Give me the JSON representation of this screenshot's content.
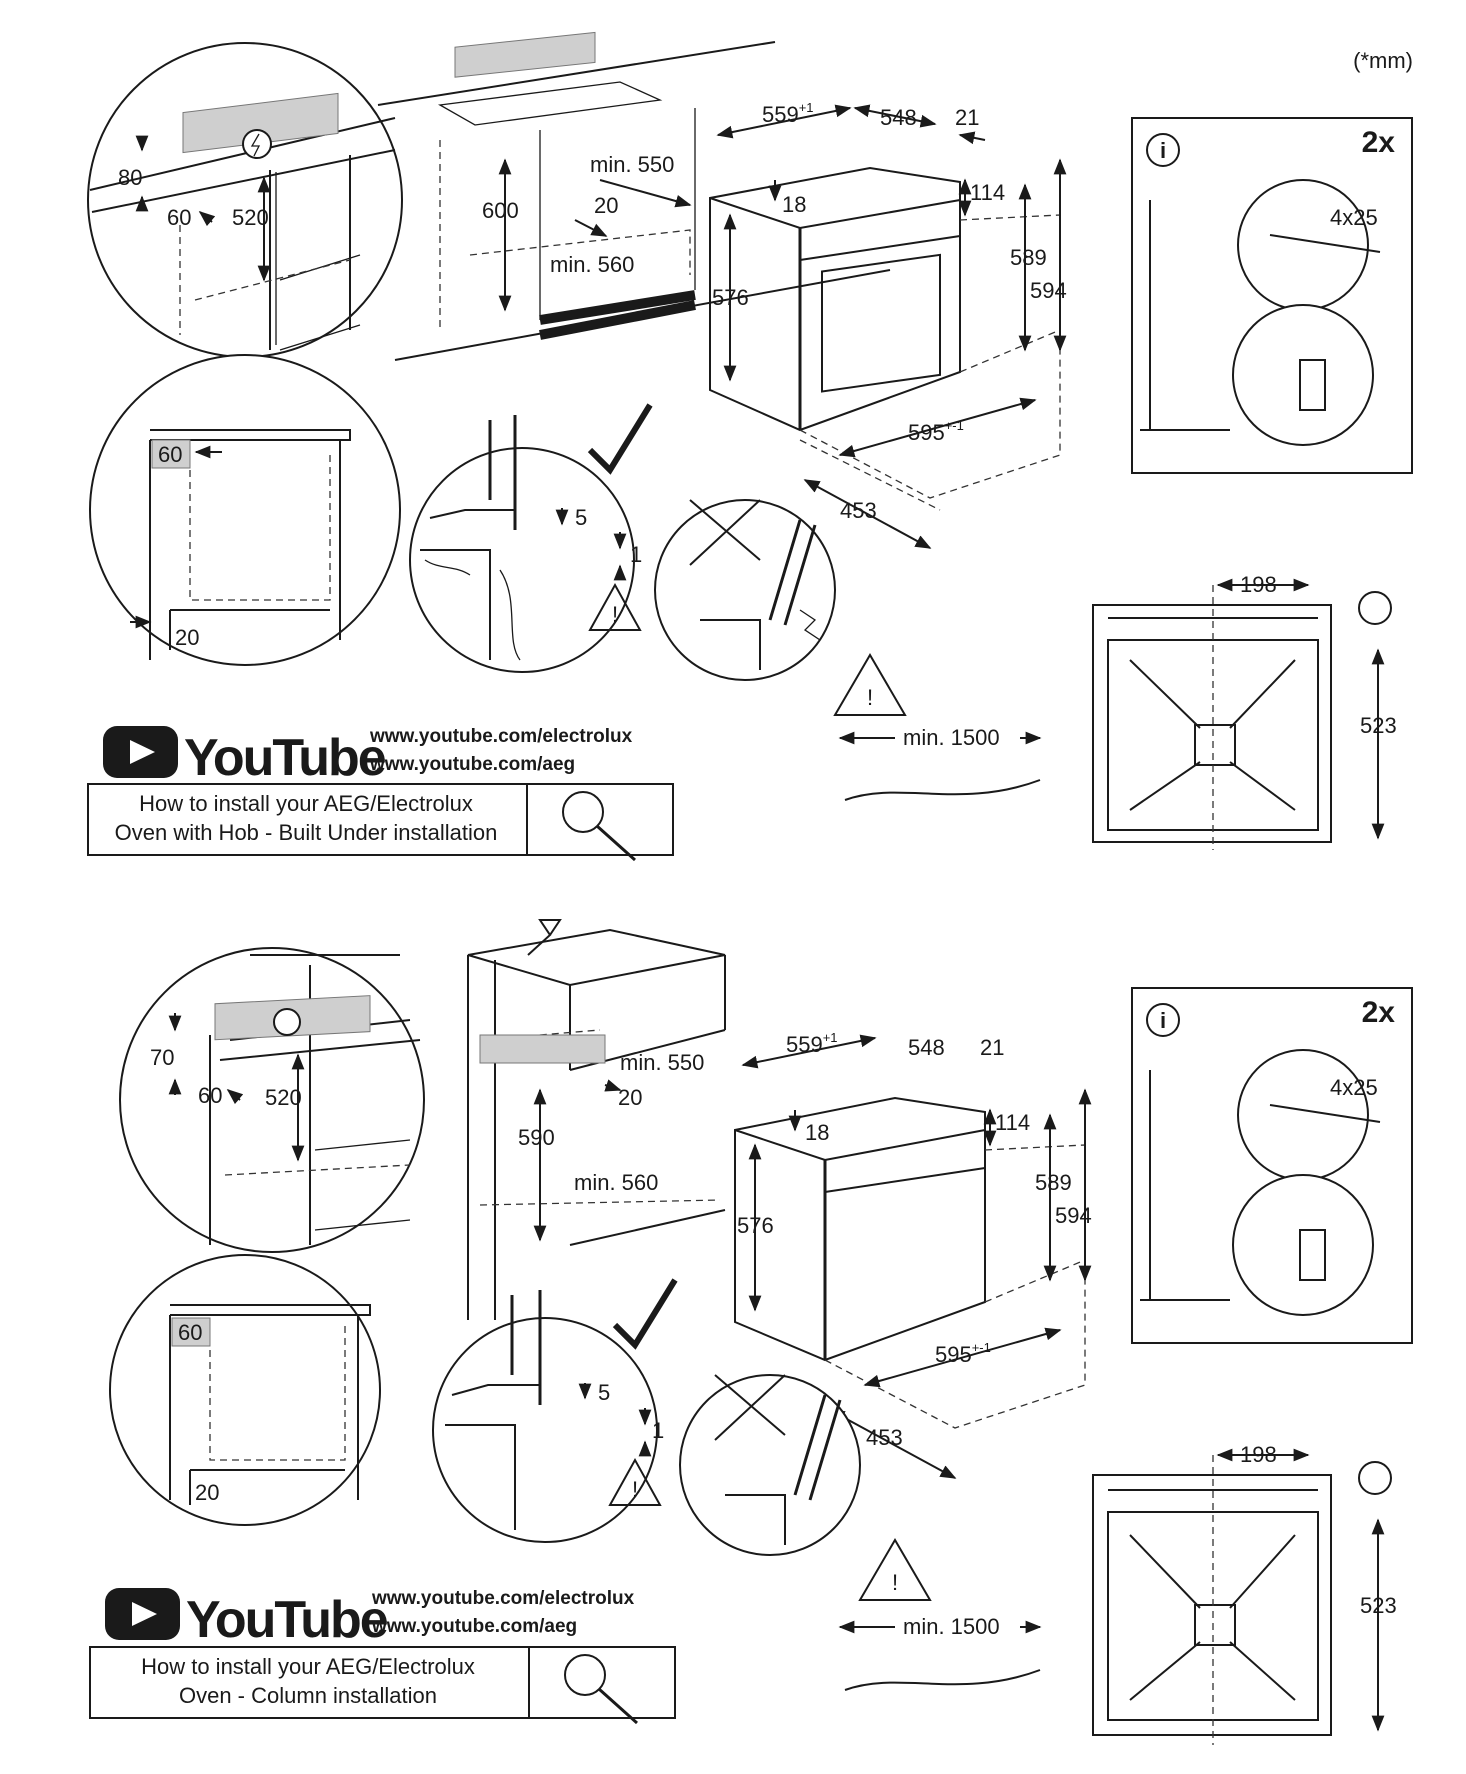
{
  "units": "(*mm)",
  "sections": [
    {
      "id": "built-under",
      "dims": {
        "cab_80": "80",
        "cab_60": "60",
        "cab_520": "520",
        "niche_600": "600",
        "niche_min550": "min. 550",
        "niche_20": "20",
        "niche_min560": "min. 560",
        "d559": "559",
        "d559_sup": "+1",
        "d548": "548",
        "d21": "21",
        "d18": "18",
        "d114": "114",
        "d576": "576",
        "d589": "589",
        "d594": "594",
        "d595": "595",
        "d595_sup": "+-1",
        "d453": "453",
        "base_60": "60",
        "base_20": "20",
        "detail_5": "5",
        "detail_1": "1",
        "fix_count": "2x",
        "screw": "4x25",
        "back_198": "198",
        "back_523": "523",
        "cable_min": "min. 1500"
      },
      "youtube": {
        "brand": "YouTube",
        "url1": "www.youtube.com/electrolux",
        "url2": "www.youtube.com/aeg",
        "search_line1": "How to install your AEG/Electrolux",
        "search_line2": "Oven with Hob - Built Under installation"
      }
    },
    {
      "id": "column",
      "dims": {
        "cab_80": "70",
        "cab_60": "60",
        "cab_520": "520",
        "niche_600": "590",
        "niche_min550": "min. 550",
        "niche_20": "20",
        "niche_min560": "min. 560",
        "d559": "559",
        "d559_sup": "+1",
        "d548": "548",
        "d21": "21",
        "d18": "18",
        "d114": "114",
        "d576": "576",
        "d589": "589",
        "d594": "594",
        "d595": "595",
        "d595_sup": "+-1",
        "d453": "453",
        "base_60": "60",
        "base_20": "20",
        "detail_5": "5",
        "detail_1": "1",
        "fix_count": "2x",
        "screw": "4x25",
        "back_198": "198",
        "back_523": "523",
        "cable_min": "min. 1500"
      },
      "youtube": {
        "brand": "YouTube",
        "url1": "www.youtube.com/electrolux",
        "url2": "www.youtube.com/aeg",
        "search_line1": "How to install your AEG/Electrolux",
        "search_line2": "Oven - Column installation"
      }
    }
  ],
  "icons": [
    "info-icon",
    "warning-icon",
    "electric-hazard-icon",
    "checkmark-icon",
    "cross-icon",
    "search-icon",
    "youtube-play-icon"
  ],
  "colors": {
    "line": "#1a1a1a",
    "highlight": "#cfcfcf",
    "youtube_red_shown_as": "#1a1a1a"
  }
}
